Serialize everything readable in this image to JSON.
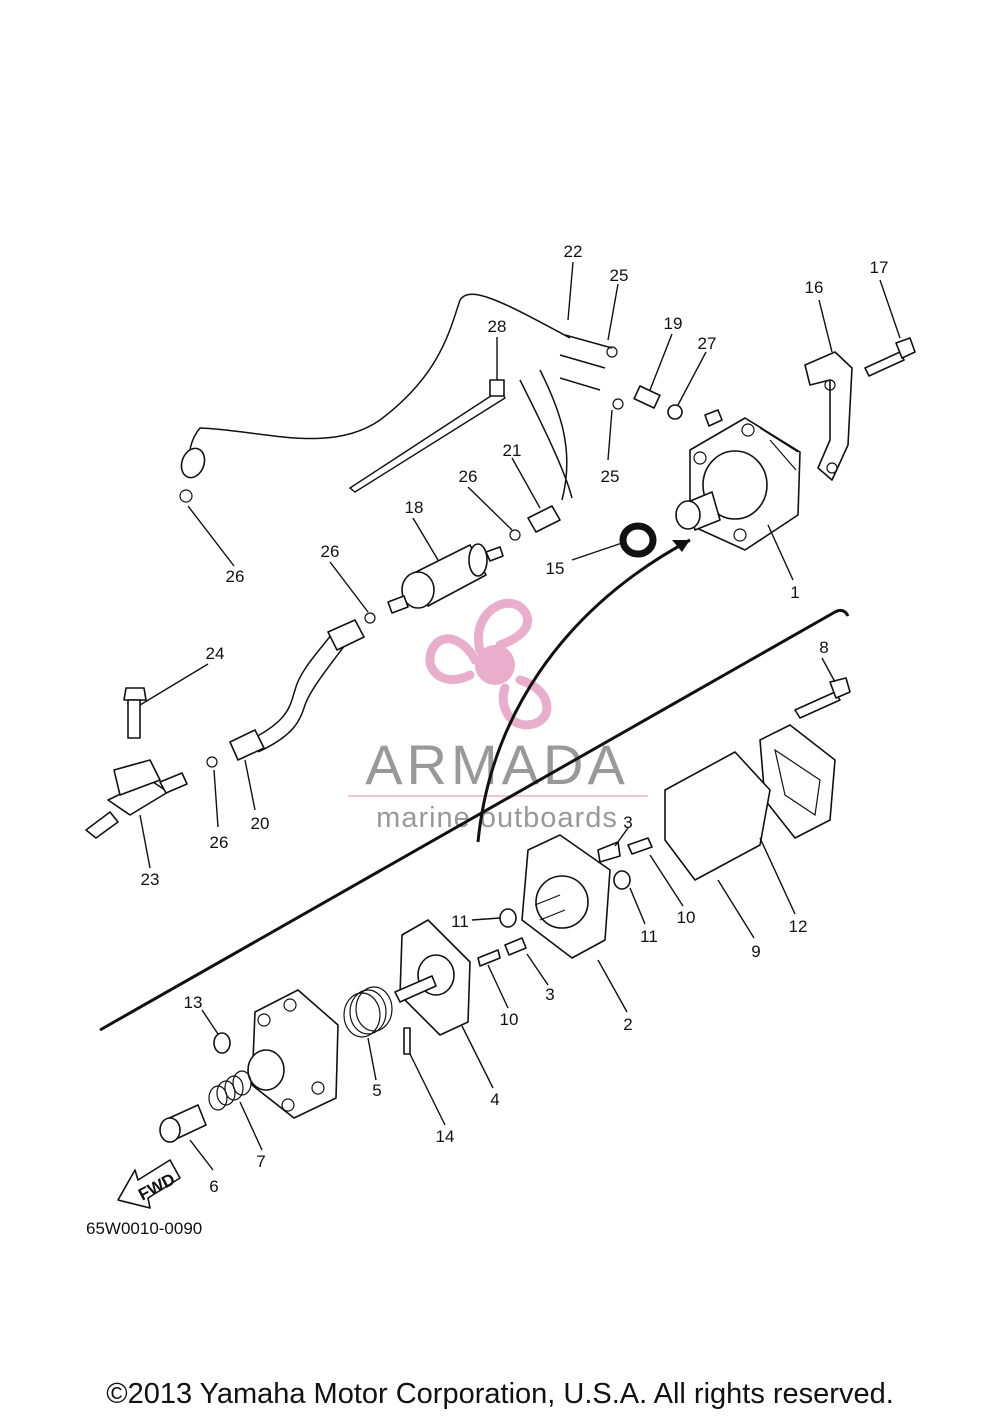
{
  "diagram_code": "65W0010-0090",
  "copyright": "©2013 Yamaha Motor Corporation, U.S.A. All rights reserved.",
  "watermark": {
    "title": "ARMADA",
    "subtitle": "marine outboards",
    "color_text": "#8e8e8e",
    "color_logo": "#e8a6c8"
  },
  "fwd_arrow_text": "FWD",
  "callouts": [
    "1",
    "2",
    "3",
    "3",
    "4",
    "5",
    "6",
    "7",
    "8",
    "9",
    "10",
    "10",
    "11",
    "11",
    "12",
    "13",
    "14",
    "15",
    "16",
    "17",
    "18",
    "19",
    "20",
    "21",
    "22",
    "23",
    "24",
    "25",
    "25",
    "26",
    "26",
    "26",
    "26",
    "27",
    "28"
  ]
}
